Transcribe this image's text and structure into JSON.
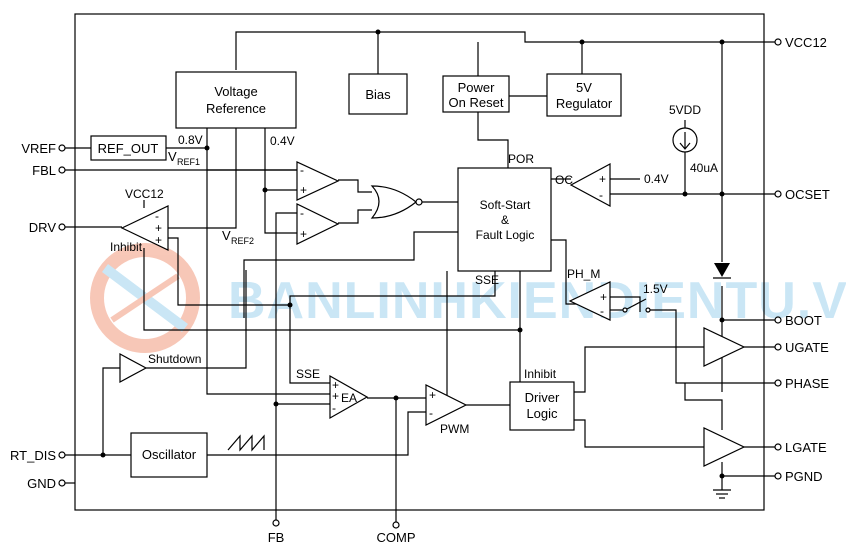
{
  "pins_left": {
    "vref": "VREF",
    "fbl": "FBL",
    "drv": "DRV",
    "rt_dis": "RT_DIS",
    "gnd": "GND"
  },
  "pins_right": {
    "vcc12": "VCC12",
    "ocset": "OCSET",
    "boot": "BOOT",
    "ugate": "UGATE",
    "phase": "PHASE",
    "lgate": "LGATE",
    "pgnd": "PGND"
  },
  "pins_bottom": {
    "fb": "FB",
    "comp": "COMP"
  },
  "blocks": {
    "voltage_reference": [
      "Voltage",
      "Reference"
    ],
    "bias": "Bias",
    "power_on_reset": [
      "Power",
      "On Reset"
    ],
    "regulator": [
      "5V",
      "Regulator"
    ],
    "ref_out": "REF_OUT",
    "soft_start": [
      "Soft-Start",
      "&",
      "Fault Logic"
    ],
    "driver_logic": [
      "Driver",
      "Logic"
    ],
    "oscillator": "Oscillator"
  },
  "labels": {
    "v08": "0.8V",
    "v04_ref": "0.4V",
    "vref1_main": "V",
    "vref1_sub": "REF1",
    "vref2_main": "V",
    "vref2_sub": "REF2",
    "vcc12_amp": "VCC12",
    "inhibit_drv": "Inhibit",
    "por": "POR",
    "oc": "OC",
    "oc_ref": "0.4V",
    "vdd5": "5VDD",
    "i40": "40uA",
    "sse_top": "SSE",
    "ph_m": "PH_M",
    "v15": "1.5V",
    "shutdown": "Shutdown",
    "sse_ea": "SSE",
    "ea": "EA",
    "pwm": "PWM",
    "inhibit_drv_logic": "Inhibit"
  },
  "watermark": "BANLINHKIENDIENTU.VN"
}
